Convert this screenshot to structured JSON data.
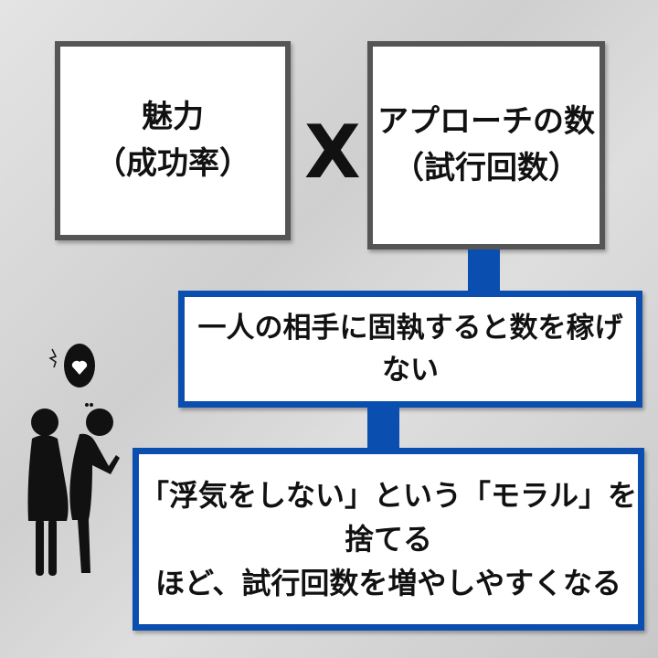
{
  "box_charm": {
    "line1": "魅力",
    "line2": "（成功率）"
  },
  "operator": "X",
  "box_approach": {
    "line1": "アプローチの数",
    "line2": "（試行回数）"
  },
  "box_middle": {
    "text": "一人の相手に固執すると数を稼げない"
  },
  "box_bottom": {
    "line1": "「浮気をしない」という「モラル」を捨てる",
    "line2": "ほど、試行回数を増やしやすくなる"
  },
  "colors": {
    "accent_blue": "#0a4fb0",
    "box_grey_border": "#555555"
  },
  "illustration": {
    "icon": "couple-cheating-illustration"
  }
}
